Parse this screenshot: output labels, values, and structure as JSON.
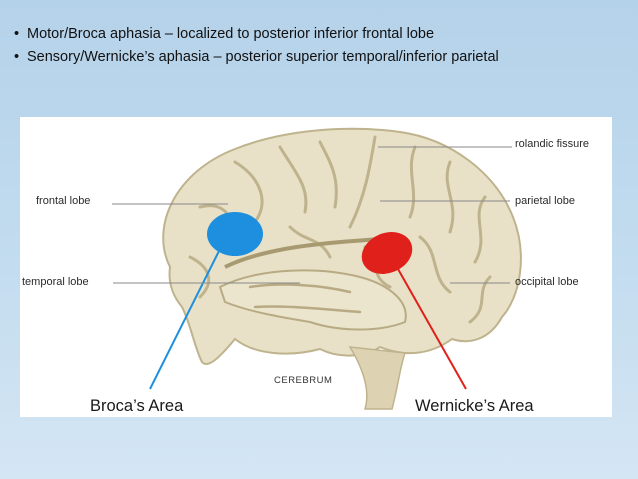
{
  "bullets": [
    "Motor/Broca aphasia – localized to posterior inferior frontal lobe",
    "Sensory/Wernicke’s aphasia – posterior superior temporal/inferior parietal"
  ],
  "bullet_symbol": "•",
  "figure": {
    "labels": {
      "rolandic_fissure": "rolandic fissure",
      "frontal_lobe": "frontal lobe",
      "parietal_lobe": "parietal lobe",
      "temporal_lobe": "temporal lobe",
      "occipital_lobe": "occipital lobe",
      "caption": "CEREBRUM",
      "broca_area": "Broca’s Area",
      "wernicke_area": "Wernicke’s Area"
    },
    "colors": {
      "broca": "#1e8fdf",
      "wernicke": "#e0201b",
      "brain": "#e9e3cb",
      "background": "#b9d5ec"
    }
  }
}
